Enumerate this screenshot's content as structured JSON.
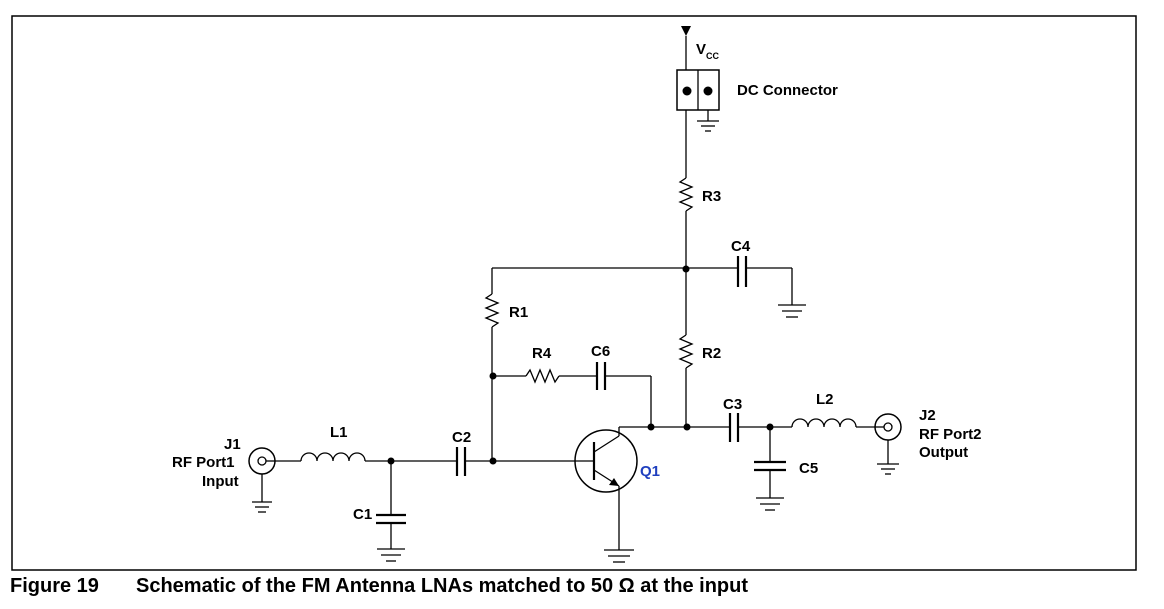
{
  "figure": {
    "number": "Figure 19",
    "title": "Schematic of the FM Antenna LNAs matched to 50 Ω at the input"
  },
  "labels": {
    "vcc_main": "V",
    "vcc_sub": "CC",
    "dc_connector": "DC Connector",
    "r1": "R1",
    "r2": "R2",
    "r3": "R3",
    "r4": "R4",
    "c1": "C1",
    "c2": "C2",
    "c3": "C3",
    "c4": "C4",
    "c5": "C5",
    "c6": "C6",
    "l1": "L1",
    "l2": "L2",
    "q1": "Q1",
    "j1": "J1",
    "j1_port": "RF Port1",
    "j1_dir": "Input",
    "j2": "J2",
    "j2_port": "RF Port2",
    "j2_dir": "Output"
  },
  "colors": {
    "line": "#000000",
    "q1_label": "#1f3fbf"
  }
}
